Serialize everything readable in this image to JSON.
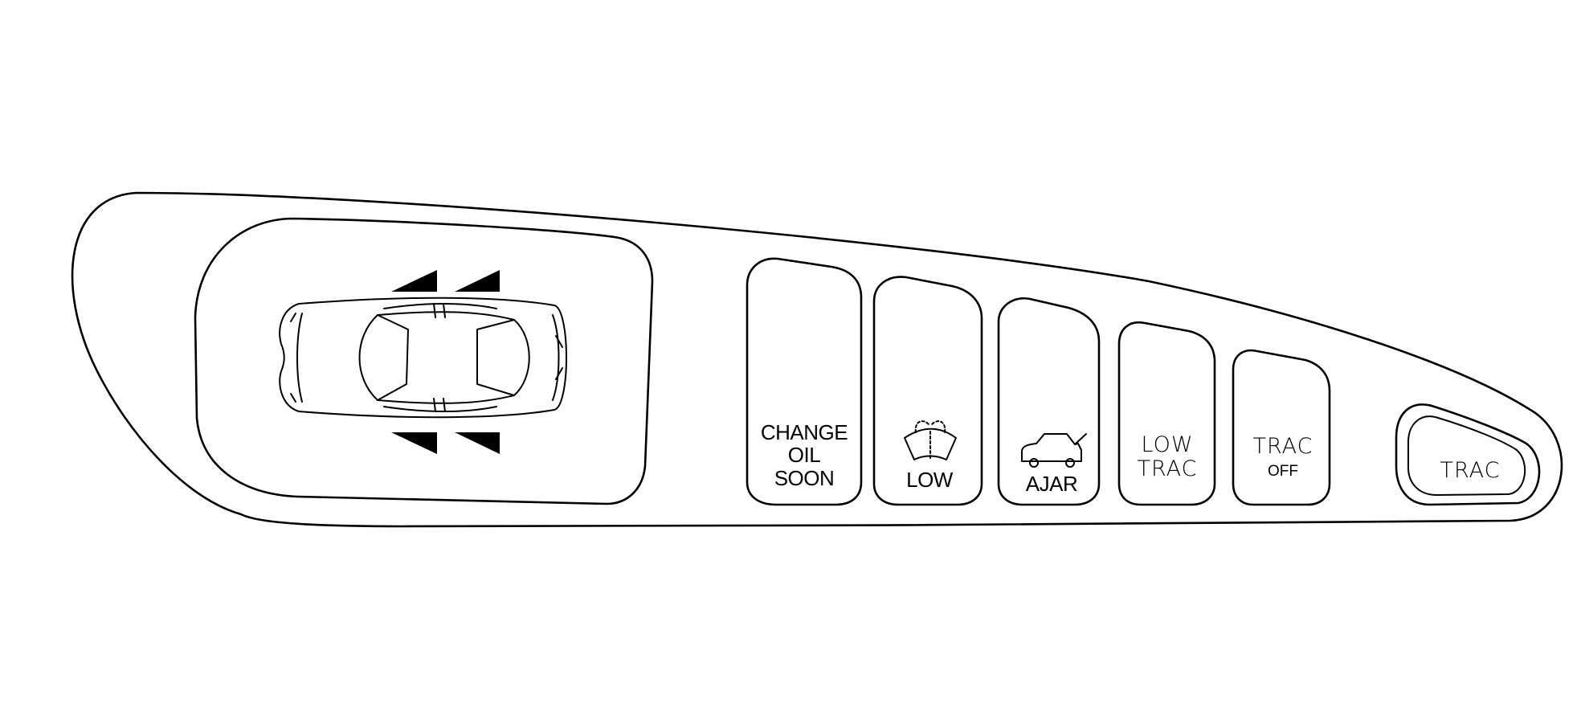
{
  "indicators": {
    "change_oil": {
      "line1": "CHANGE",
      "line2": "OIL",
      "line3": "SOON"
    },
    "washer_fluid": {
      "label": "LOW",
      "icon": "washer-fluid-icon"
    },
    "trunk": {
      "label": "AJAR",
      "icon": "trunk-open-icon"
    },
    "low_trac": {
      "line1": "LOW",
      "line2": "TRAC"
    },
    "trac_off": {
      "line1": "TRAC",
      "line2": "OFF"
    }
  },
  "trac_button": {
    "label": "TRAC"
  },
  "door_display": {
    "icon": "car-top-view-icon"
  },
  "colors": {
    "stroke": "#000000",
    "fill": "#ffffff"
  }
}
